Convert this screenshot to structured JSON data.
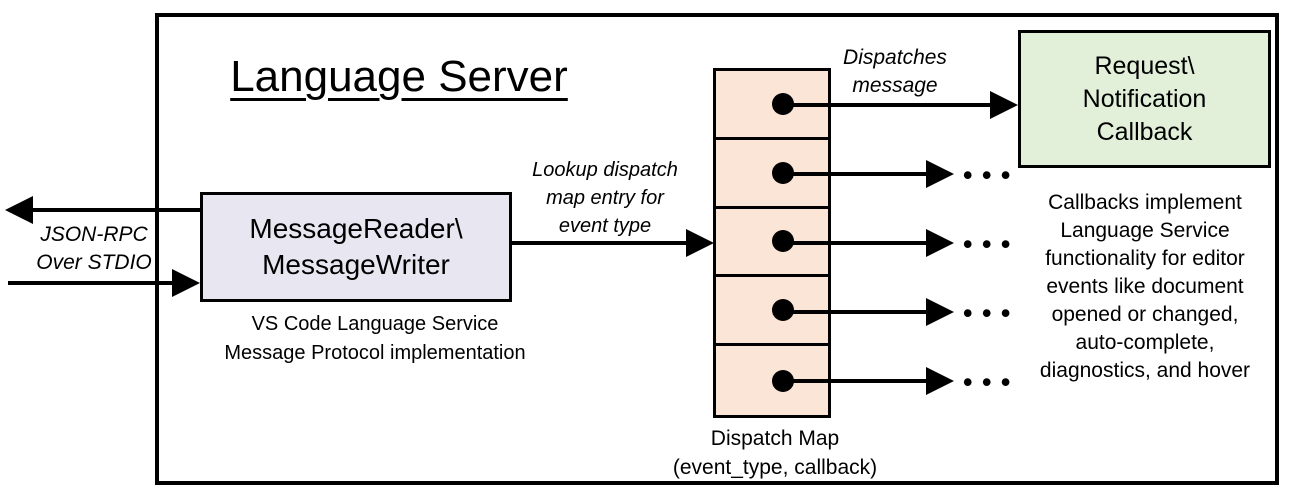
{
  "colors": {
    "stroke": "#000000",
    "reader_fill": "#e8e6f0",
    "map_fill": "#fbe5d6",
    "callback_fill": "#e2efd9",
    "background": "#ffffff"
  },
  "diagram": {
    "title": "Language Server",
    "io_label": {
      "line1": "JSON-RPC",
      "line2": "Over STDIO"
    },
    "reader_box": {
      "line1": "MessageReader\\",
      "line2": "MessageWriter"
    },
    "reader_caption": {
      "line1": "VS Code Language Service",
      "line2": "Message Protocol implementation"
    },
    "lookup_label": {
      "line1": "Lookup dispatch",
      "line2": "map entry for",
      "line3": "event type"
    },
    "dispatches_label": {
      "line1": "Dispatches",
      "line2": "message"
    },
    "callback_box": {
      "line1": "Request\\",
      "line2": "Notification",
      "line3": "Callback"
    },
    "callback_note": {
      "line1": "Callbacks implement",
      "line2": "Language Service",
      "line3": "functionality for editor",
      "line4": "events like document",
      "line5": "opened or changed,",
      "line6": "auto-complete,",
      "line7": "diagnostics, and hover"
    },
    "map_caption": {
      "line1": "Dispatch Map",
      "line2": "(event_type, callback)"
    },
    "ellipsis": "• • •"
  }
}
